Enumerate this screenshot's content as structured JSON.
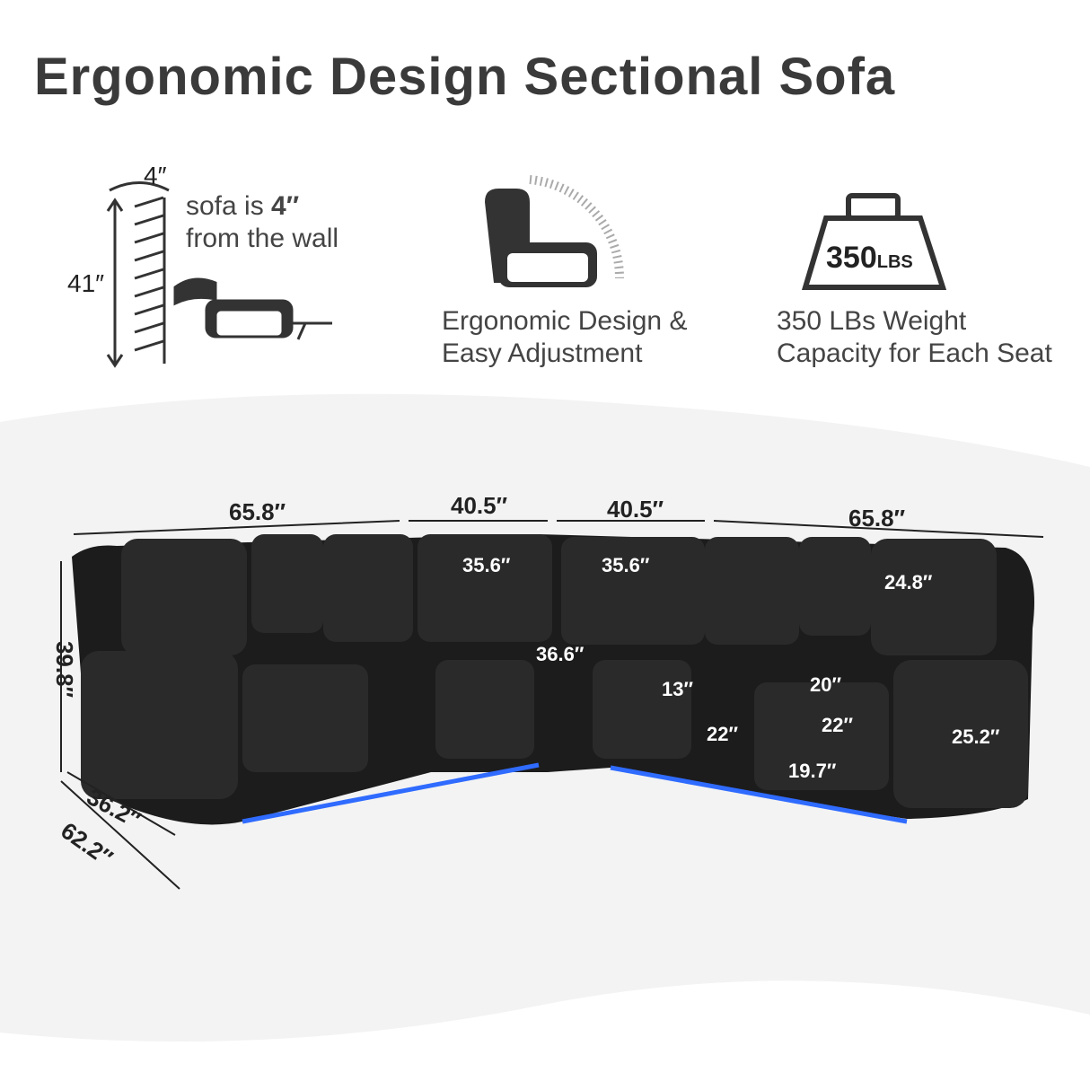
{
  "title": "Ergonomic Design Sectional Sofa",
  "features": [
    {
      "icon": "recliner-wall-icon",
      "label_top": "4″",
      "label_side": "41″",
      "text_pre": "sofa is ",
      "text_bold": "4″",
      "text_line2": "from the wall"
    },
    {
      "icon": "recliner-adjust-icon",
      "line1": "Ergonomic Design &",
      "line2": "Easy Adjustment"
    },
    {
      "icon": "weight-icon",
      "weight_label": "350",
      "weight_unit": "LBS",
      "line1": "350 LBs Weight",
      "line2": "Capacity for Each Seat"
    }
  ],
  "colors": {
    "sofa": "#1c1c1c",
    "led": "#2f6bff",
    "background_wave": "#f3f3f3"
  },
  "dimensions": {
    "top_left": "65.8″",
    "top_mid_left": "40.5″",
    "top_mid_right": "40.5″",
    "top_right": "65.8″",
    "back_left": "35.6″",
    "back_right": "35.6″",
    "corner_seat": "36.6″",
    "height": "39.8″",
    "depth": "36.2″",
    "depth_reclined": "62.2″",
    "back_height": "24.8″",
    "seat_depth": "20″",
    "seat_width": "22″",
    "console_width": "13″",
    "console_height": "22″",
    "seat_height": "19.7″",
    "arm_height": "25.2″"
  }
}
